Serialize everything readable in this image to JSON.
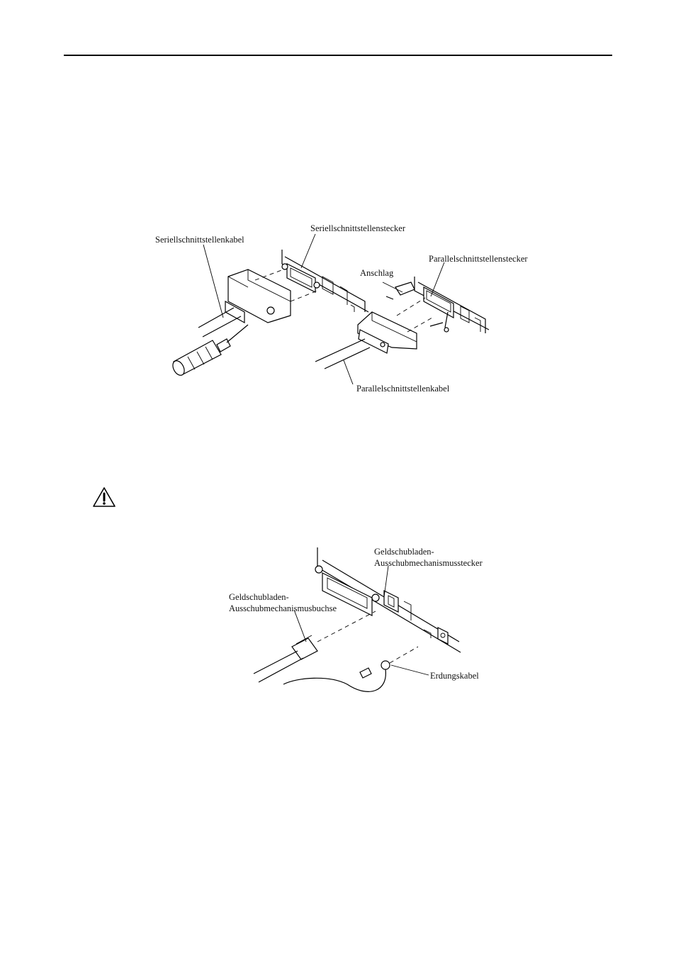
{
  "figure1": {
    "labels": {
      "serial_cable": "Seriellschnittstellenkabel",
      "serial_connector": "Seriellschnittstellenstecker",
      "stopper": "Anschlag",
      "parallel_connector": "Parallelschnittstellenstecker",
      "parallel_cable": "Parallelschnittstellenkabel"
    }
  },
  "warning": {
    "icon": "warning-triangle-icon"
  },
  "figure2": {
    "labels": {
      "drawer_connector_line1": "Geldschubladen-",
      "drawer_connector_line2": "Ausschubmechanismusstecker",
      "drawer_socket_line1": "Geldschubladen-",
      "drawer_socket_line2": "Ausschubmechanismusbuchse",
      "ground_cable": "Erdungskabel"
    }
  }
}
